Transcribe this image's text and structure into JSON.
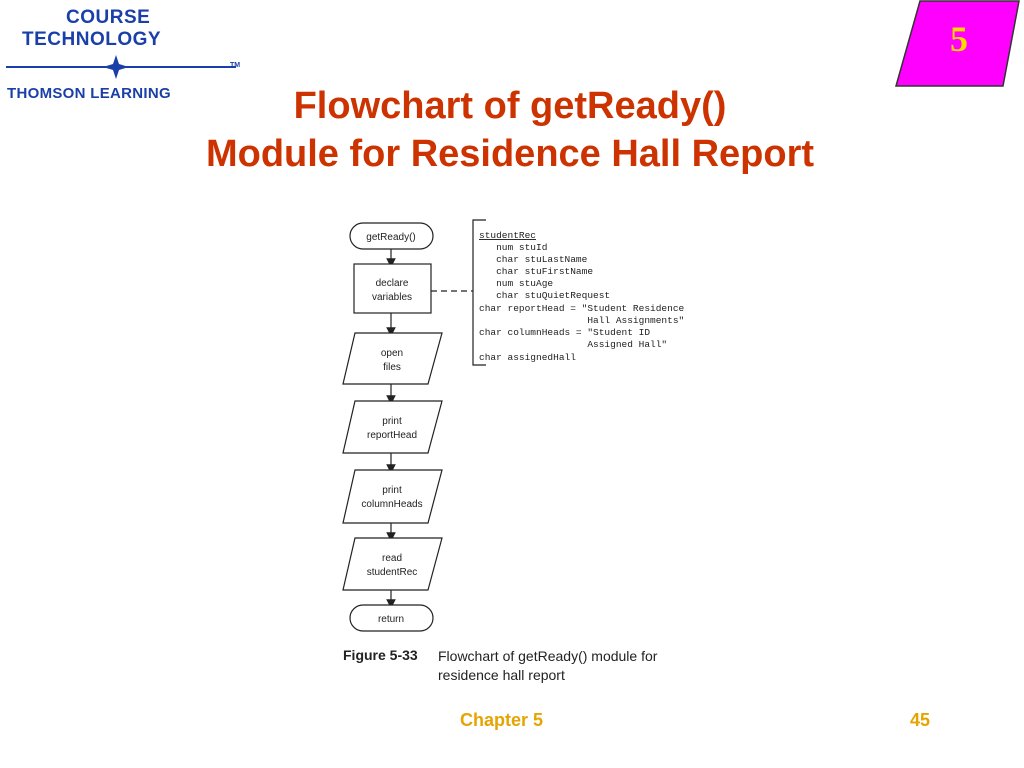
{
  "logo": {
    "line1": "COURSE",
    "line2": "TECHNOLOGY",
    "line3": "THOMSON LEARNING",
    "trademark": "TM"
  },
  "badge": {
    "number": "5",
    "fill": "#ff00ff",
    "text_color": "#ffd800"
  },
  "title": {
    "line1": "Flowchart of getReady()",
    "line2": "Module for Residence Hall Report",
    "color": "#cc3300"
  },
  "flowchart": {
    "nodes": [
      {
        "id": "start",
        "shape": "terminal",
        "lines": [
          "getReady()"
        ]
      },
      {
        "id": "declare",
        "shape": "process",
        "lines": [
          "declare",
          "variables"
        ]
      },
      {
        "id": "open",
        "shape": "io",
        "lines": [
          "open",
          "files"
        ]
      },
      {
        "id": "print-head",
        "shape": "io",
        "lines": [
          "print",
          "reportHead"
        ]
      },
      {
        "id": "print-cols",
        "shape": "io",
        "lines": [
          "print",
          "columnHeads"
        ]
      },
      {
        "id": "read",
        "shape": "io",
        "lines": [
          "read",
          "studentRec"
        ]
      },
      {
        "id": "return",
        "shape": "terminal",
        "lines": [
          "return"
        ]
      }
    ],
    "annotation_lines": [
      "studentRec",
      "   num stuId",
      "   char stuLastName",
      "   char stuFirstName",
      "   num stuAge",
      "   char stuQuietRequest",
      "char reportHead = \"Student Residence",
      "                   Hall Assignments\"",
      "char columnHeads = \"Student ID",
      "                   Assigned Hall\"",
      "char assignedHall"
    ]
  },
  "caption": {
    "figure": "Figure 5-33",
    "text": "Flowchart of getReady() module for residence hall report"
  },
  "footer": {
    "chapter": "Chapter 5",
    "page": "45",
    "color": "#e6a400"
  }
}
